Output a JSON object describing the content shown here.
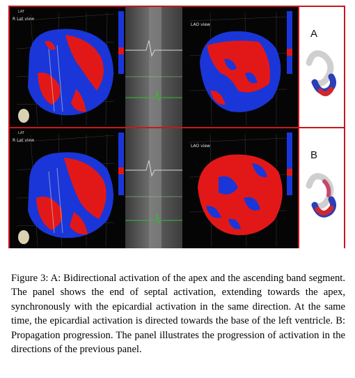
{
  "panels": [
    {
      "letter": "A",
      "left_view_label": "R Lat view",
      "right_view_label": "LAO view",
      "lat_tag": "LAT"
    },
    {
      "letter": "B",
      "left_view_label": "R Lat view",
      "right_view_label": "LAO view",
      "lat_tag": "LAT"
    }
  ],
  "colors": {
    "frame": "#c8171e",
    "activation_red": "#e21818",
    "activation_blue": "#1a36d8",
    "map_background": "#050505"
  },
  "caption": {
    "label": "Figure 3:",
    "text": "A: Bidirectional activation of the apex and the ascending band segment. The panel shows the end of septal activation, extending towards the apex, synchronously with the epicardial activation in the same direction. At the same time, the epicardial activation is directed towards the base of the left ventricle. B: Propagation progression. The panel illustrates the progression of activation in the directions of the previous panel."
  }
}
